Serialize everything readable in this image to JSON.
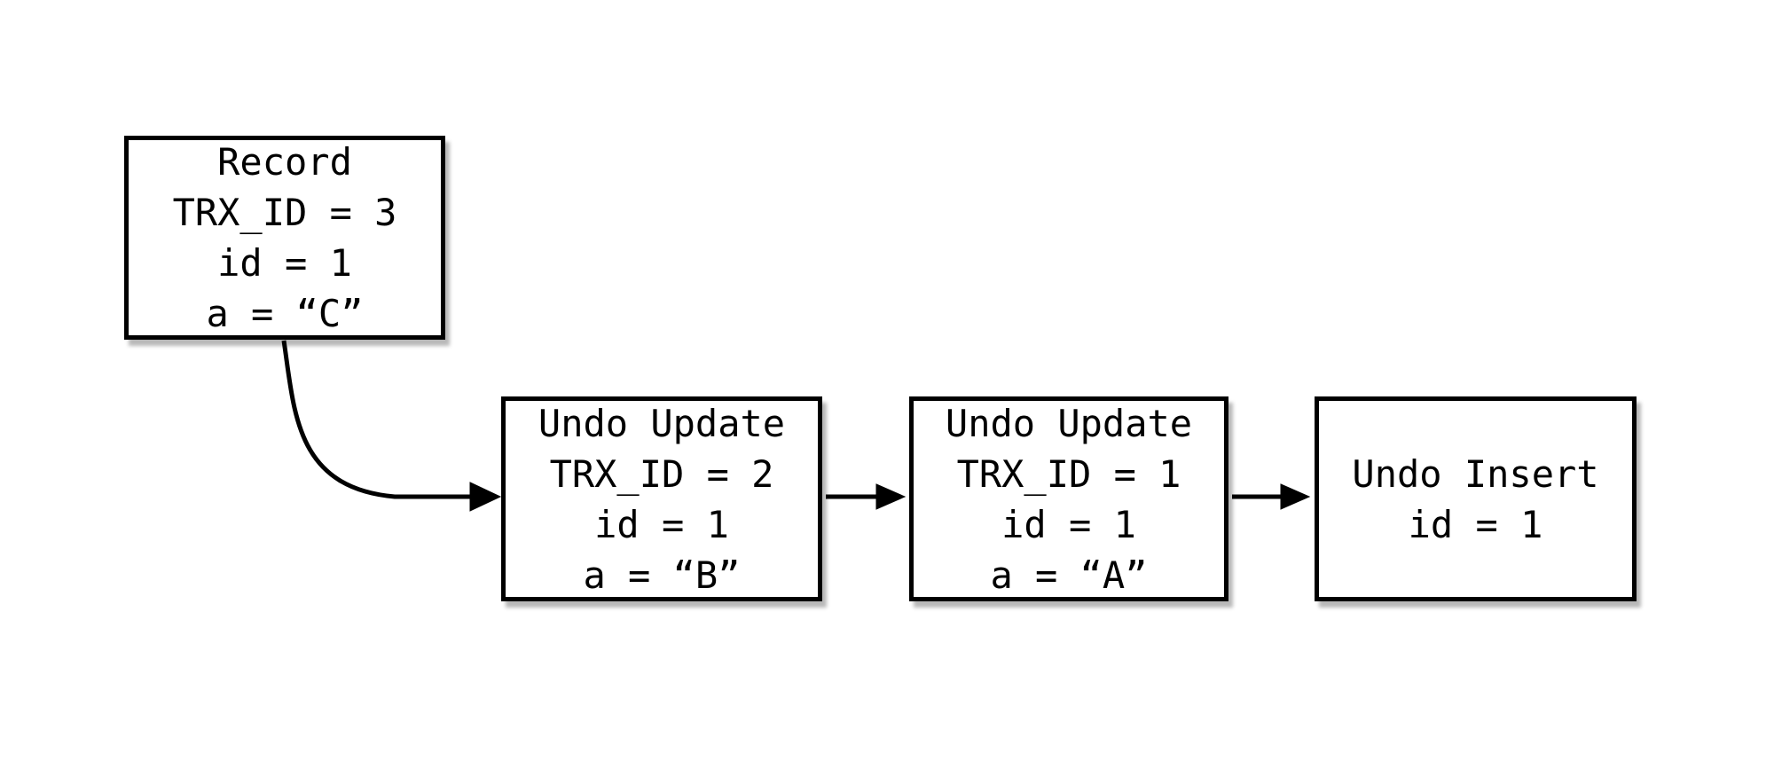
{
  "diagram": {
    "description": "Record with undo log chain",
    "background_color": "#ffffff",
    "line_color": "#000000",
    "box_fill_color": "#ffffff",
    "box_border_color": "#000000",
    "nodes": [
      {
        "id": "record",
        "lines": [
          "Record",
          "TRX_ID = 3",
          "id = 1",
          "a = “C”"
        ]
      },
      {
        "id": "undo-update-trx-2",
        "lines": [
          "Undo Update",
          "TRX_ID = 2",
          "id = 1",
          "a = “B”"
        ]
      },
      {
        "id": "undo-update-trx-1",
        "lines": [
          "Undo Update",
          "TRX_ID = 1",
          "id = 1",
          "a = “A”"
        ]
      },
      {
        "id": "undo-insert",
        "lines": [
          "Undo Insert",
          "id = 1"
        ]
      }
    ],
    "connections": [
      {
        "from": "record",
        "to": "undo-update-trx-2",
        "style": "curved-arrow"
      },
      {
        "from": "undo-update-trx-2",
        "to": "undo-update-trx-1",
        "style": "straight-arrow"
      },
      {
        "from": "undo-update-trx-1",
        "to": "undo-insert",
        "style": "straight-arrow"
      }
    ]
  }
}
